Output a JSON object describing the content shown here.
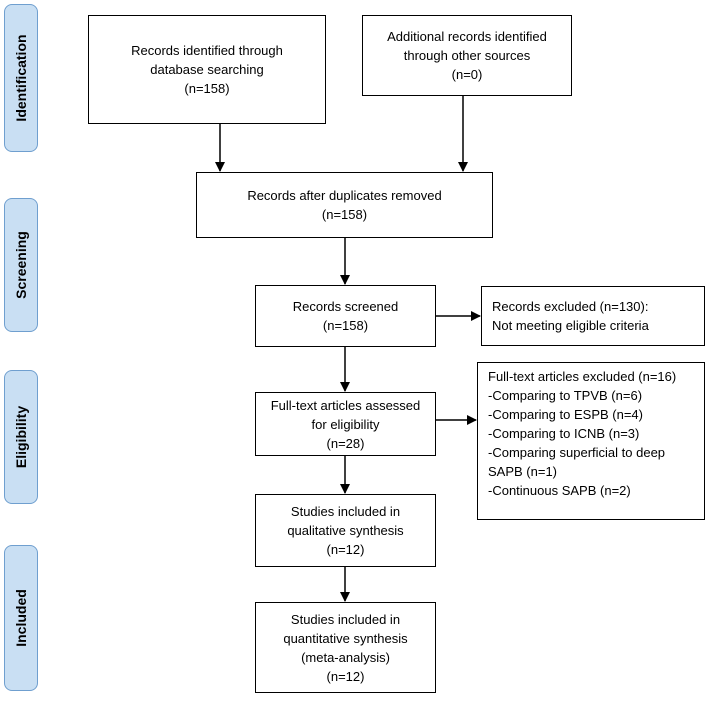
{
  "phases": {
    "identification": "Identification",
    "screening": "Screening",
    "eligibility": "Eligibility",
    "included": "Included"
  },
  "boxes": {
    "database": [
      "Records identified through",
      "database searching",
      "(n=158)"
    ],
    "other_sources": [
      "Additional records identified",
      "through other sources",
      "(n=0)"
    ],
    "after_duplicates": [
      "Records after duplicates removed",
      "(n=158)"
    ],
    "screened": [
      "Records screened",
      "(n=158)"
    ],
    "excluded": [
      "Records excluded (n=130):",
      "Not meeting eligible criteria"
    ],
    "full_text": [
      "Full-text articles assessed",
      "for eligibility",
      "(n=28)"
    ],
    "full_text_excluded": [
      "Full-text articles excluded (n=16)",
      "-Comparing to TPVB (n=6)",
      "-Comparing to ESPB (n=4)",
      "-Comparing to ICNB (n=3)",
      "-Comparing superficial to deep",
      "SAPB (n=1)",
      "-Continuous SAPB (n=2)"
    ],
    "qualitative": [
      "Studies included in",
      "qualitative synthesis",
      "(n=12)"
    ],
    "quantitative": [
      "Studies included in",
      "quantitative synthesis",
      "(meta-analysis)",
      "(n=12)"
    ]
  },
  "colors": {
    "phase_fill": "#c9dff3",
    "phase_border": "#6f9fcf",
    "box_border": "#000000"
  }
}
